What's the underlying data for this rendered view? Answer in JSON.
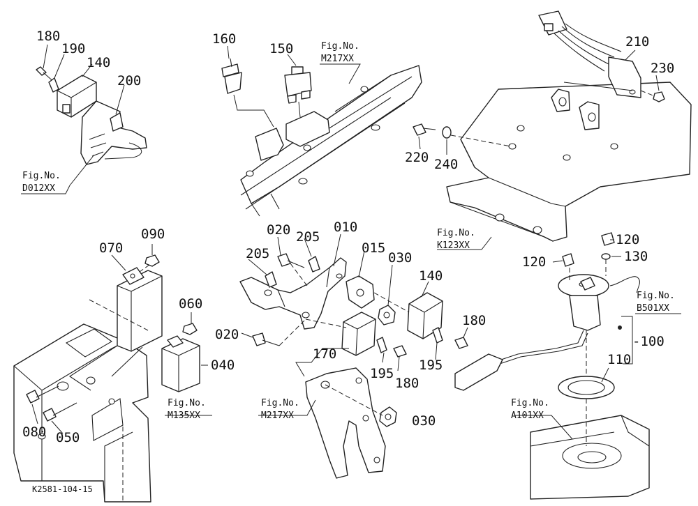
{
  "diagram_code": "K2581-104-15",
  "part_numbers": {
    "p010": "010",
    "p015": "015",
    "p020a": "020",
    "p020b": "020",
    "p030a": "030",
    "p030b": "030",
    "p040": "040",
    "p050": "050",
    "p060": "060",
    "p070": "070",
    "p080": "080",
    "p090": "090",
    "p100": "-100",
    "p110": "110",
    "p120a": "120",
    "p120b": "120",
    "p130": "130",
    "p140a": "140",
    "p140b": "140",
    "p150": "150",
    "p160": "160",
    "p170": "170",
    "p180a": "180",
    "p180b": "180",
    "p180c": "180",
    "p190": "190",
    "p195a": "195",
    "p195b": "195",
    "p200": "200",
    "p205a": "205",
    "p205b": "205",
    "p210": "210",
    "p220": "220",
    "p230": "230",
    "p240": "240"
  },
  "fig_refs": {
    "prefix": "Fig.No.",
    "d012": "D012XX",
    "m217a": "M217XX",
    "m217b": "M217XX",
    "k123": "K123XX",
    "b501": "B501XX",
    "m135": "M135XX",
    "a101": "A101XX"
  }
}
